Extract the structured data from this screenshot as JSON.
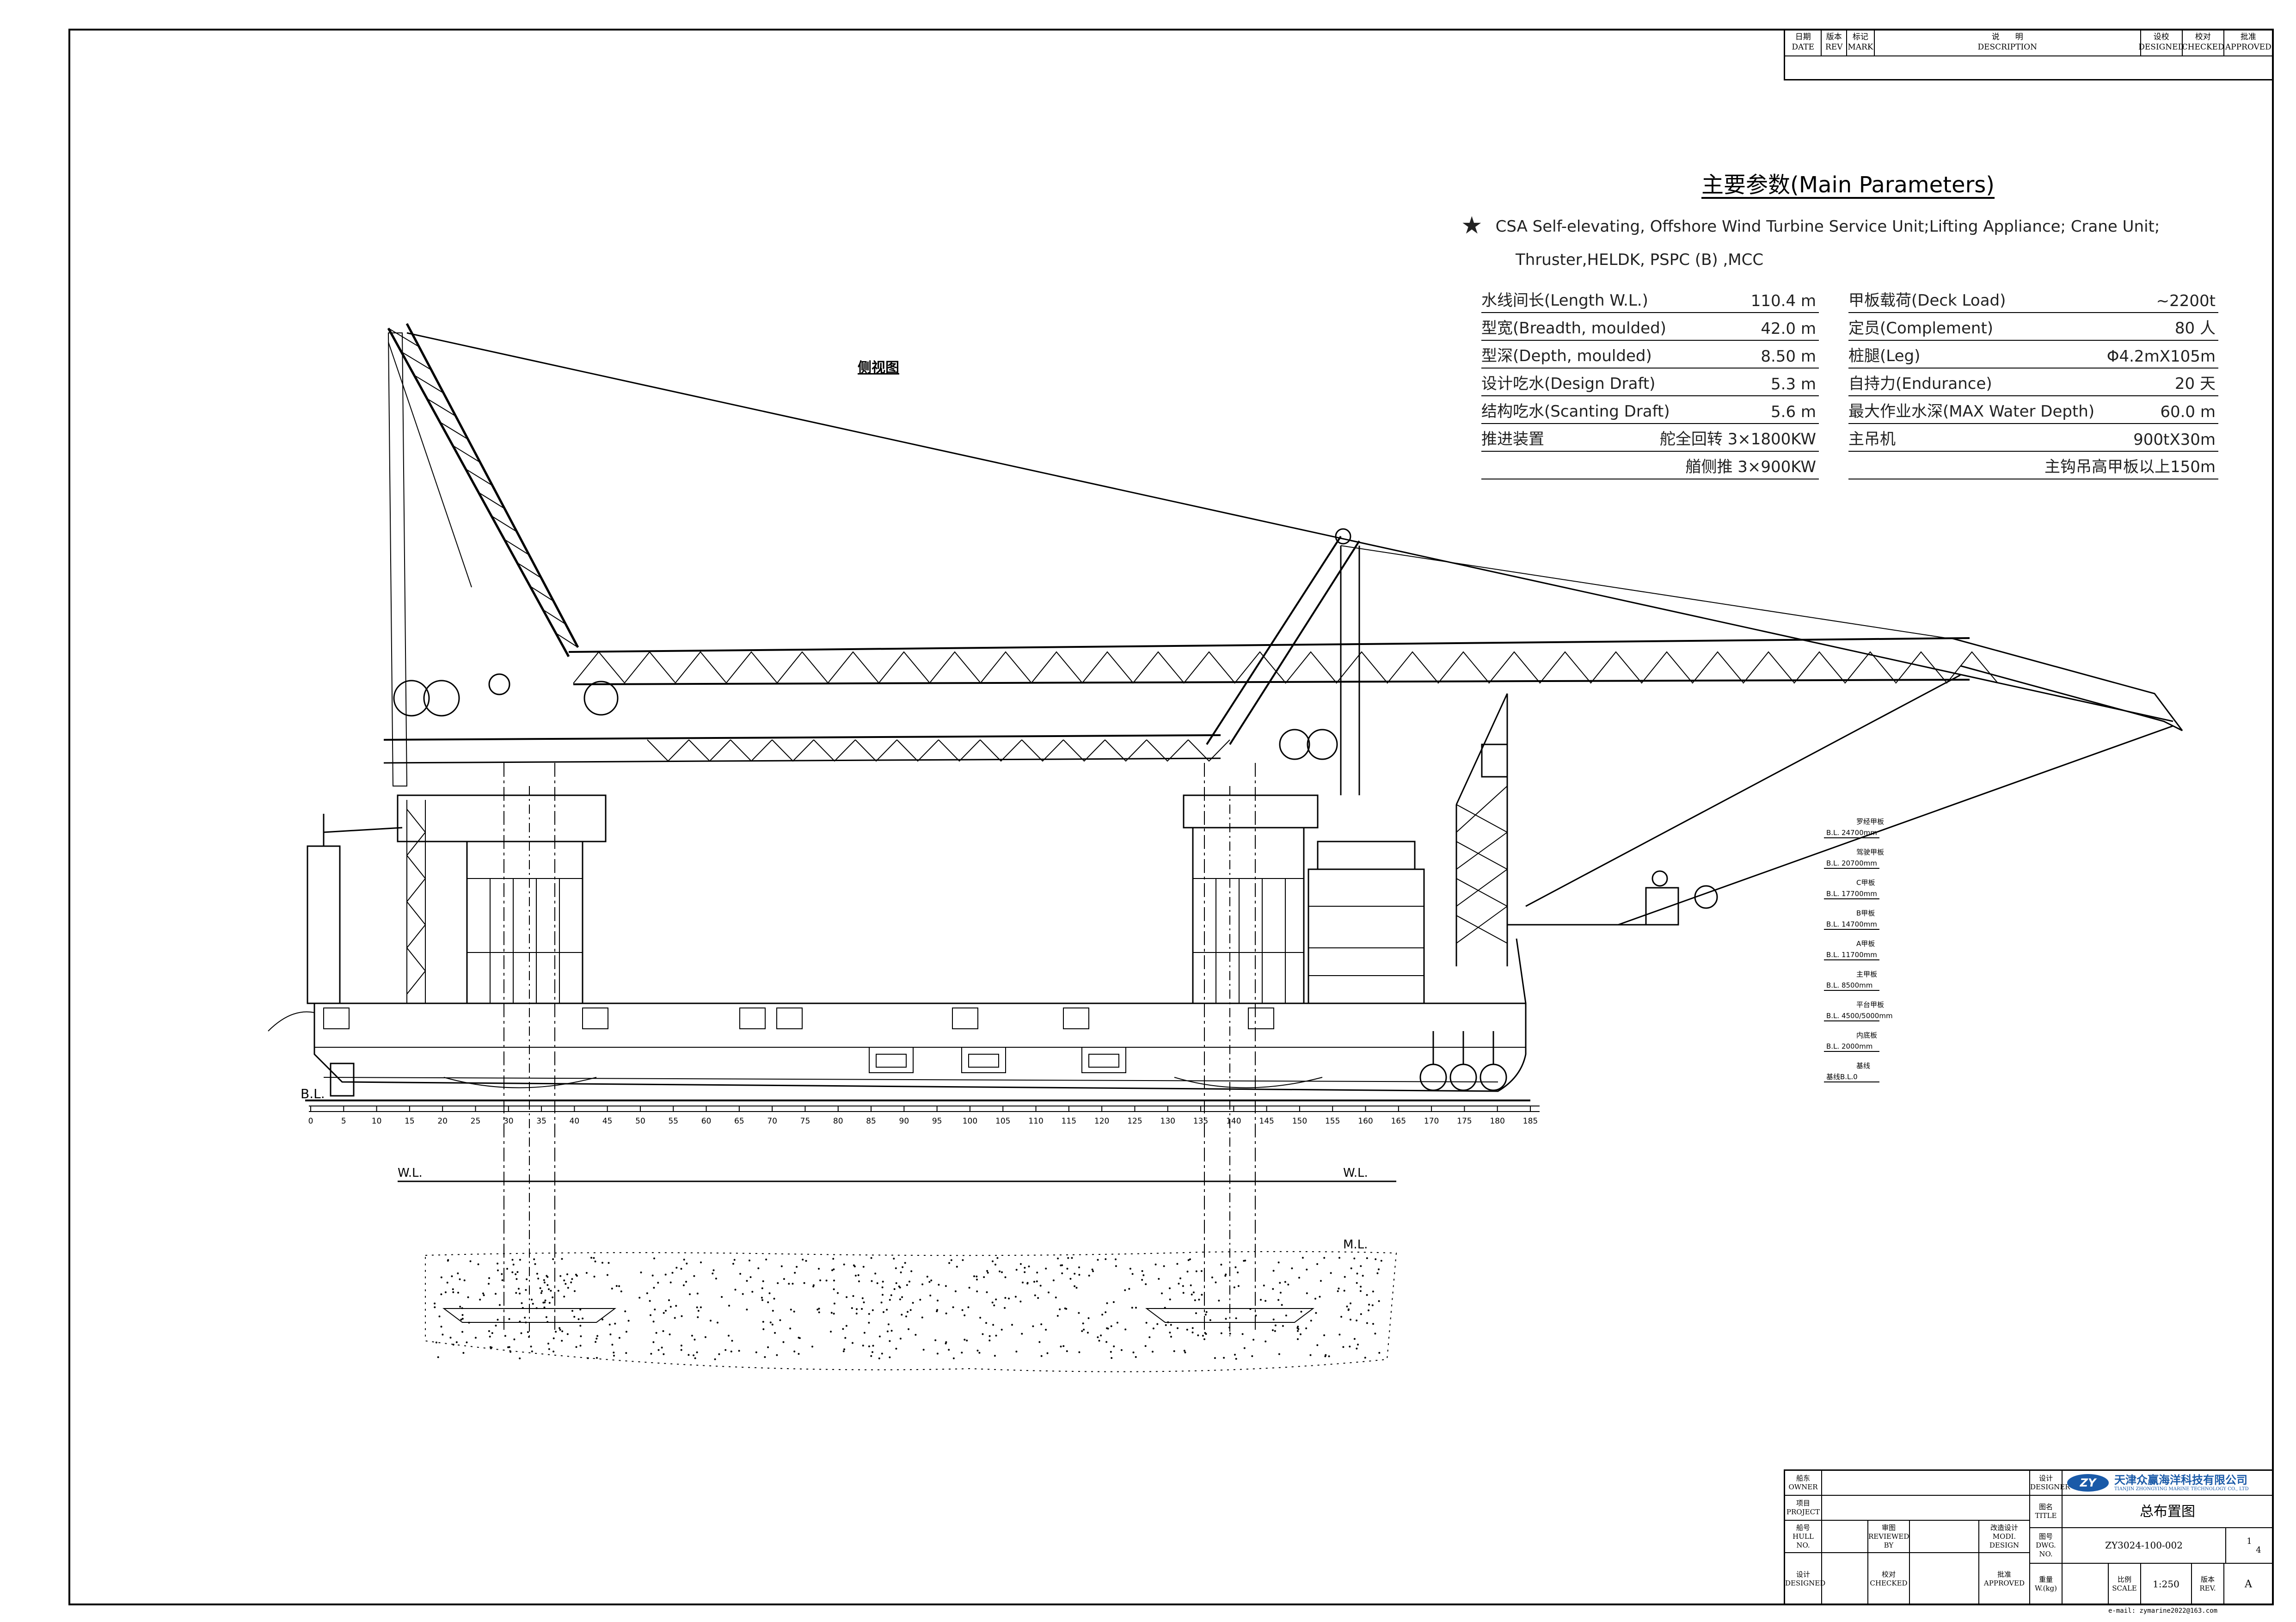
{
  "revision_header": [
    {
      "cn": "日期",
      "en": "DATE"
    },
    {
      "cn": "版本",
      "en": "REV"
    },
    {
      "cn": "标记",
      "en": "MARK"
    },
    {
      "cn": "说　　明",
      "en": "DESCRIPTION"
    },
    {
      "cn": "设校",
      "en": "DESIGNED"
    },
    {
      "cn": "校对",
      "en": "CHECKED"
    },
    {
      "cn": "批准",
      "en": "APPROVED"
    }
  ],
  "main_params": {
    "title": "主要参数(Main Parameters)",
    "class_notation_1": "CSA  Self-elevating, Offshore Wind Turbine Service Unit;Lifting Appliance; Crane Unit;",
    "class_notation_2": "Thruster,HELDK, PSPC (B) ,MCC",
    "left": [
      {
        "label": "水线间长(Length W.L.)",
        "value": "110.4  m"
      },
      {
        "label": "型宽(Breadth, moulded)",
        "value": "42.0  m"
      },
      {
        "label": "型深(Depth, moulded)",
        "value": "8.50  m"
      },
      {
        "label": "设计吃水(Design Draft)",
        "value": "5.3  m"
      },
      {
        "label": "结构吃水(Scanting Draft)",
        "value": "5.6  m"
      },
      {
        "label": "推进装置",
        "value": "舵全回转 3×1800KW"
      },
      {
        "label": "",
        "value": "艏侧推 3×900KW"
      }
    ],
    "right": [
      {
        "label": "甲板载荷(Deck Load)",
        "value": "~2200t"
      },
      {
        "label": "定员(Complement)",
        "value": "80  人"
      },
      {
        "label": "桩腿(Leg)",
        "value": "Φ4.2mX105m"
      },
      {
        "label": "自持力(Endurance)",
        "value": "20  天"
      },
      {
        "label": "最大作业水深(MAX Water Depth)",
        "value": "60.0  m"
      },
      {
        "label": "主吊机",
        "value": "900tX30m"
      },
      {
        "label": "",
        "value": "主钩吊高甲板以上150m"
      }
    ]
  },
  "drawing": {
    "side_view_title": "侧视图",
    "bl_label": "B.L.",
    "wl_label": "W.L.",
    "ml_label": "M.L.",
    "frame_ticks": [
      "0",
      "5",
      "10",
      "15",
      "20",
      "25",
      "30",
      "35",
      "40",
      "45",
      "50",
      "55",
      "60",
      "65",
      "70",
      "75",
      "80",
      "85",
      "90",
      "95",
      "100",
      "105",
      "110",
      "115",
      "120",
      "125",
      "130",
      "135",
      "140",
      "145",
      "150",
      "155",
      "160",
      "165",
      "170",
      "175",
      "180",
      "185"
    ],
    "deck_levels": [
      {
        "name": "罗经甲板",
        "value": "B.L. 24700mm"
      },
      {
        "name": "驾驶甲板",
        "value": "B.L. 20700mm"
      },
      {
        "name": "C甲板",
        "value": "B.L. 17700mm"
      },
      {
        "name": "B甲板",
        "value": "B.L. 14700mm"
      },
      {
        "name": "A甲板",
        "value": "B.L. 11700mm"
      },
      {
        "name": "主甲板",
        "value": "B.L. 8500mm"
      },
      {
        "name": "平台甲板",
        "value": "B.L. 4500/5000mm"
      },
      {
        "name": "内底板",
        "value": "B.L. 2000mm"
      },
      {
        "name": "基线",
        "value": "基线B.L.0"
      }
    ]
  },
  "title_block": {
    "owner_cn": "船东",
    "owner_en": "OWNER",
    "project_cn": "项目",
    "project_en": "PROJECT",
    "hull_cn": "船号",
    "hull_en": "HULL NO.",
    "designed_cn": "设计",
    "designed_en": "DESIGNED",
    "reviewed_cn": "审图",
    "reviewed_en": "REVIEWED BY",
    "modi_cn": "改造设计",
    "modi_en": "MODI. DESIGN",
    "checked_cn": "校对",
    "checked_en": "CHECKED",
    "approved_cn": "批准",
    "approved_en": "APPROVED",
    "designer_cn": "设计",
    "designer_en": "DESIGNER",
    "title_cn": "图名",
    "title_en": "TITLE",
    "dwg_cn": "图号",
    "dwg_en": "DWG. NO.",
    "weight_cn": "重量",
    "weight_en": "W.(kg)",
    "scale_cn": "比例",
    "scale_en": "SCALE",
    "rev_cn": "版本",
    "rev_en": "REV.",
    "logo_text": "ZY",
    "company_cn": "天津众赢海洋科技有限公司",
    "company_en": "TIANJIN ZHONGYING MARINE TECHNOLOGY CO., LTD",
    "drawing_title": "总布置图",
    "drawing_no": "ZY3024-100-002",
    "sheet": "1",
    "sheets": "4",
    "scale": "1:250",
    "revision": "A"
  },
  "email": "e-mail: zymarine2022@163.com"
}
